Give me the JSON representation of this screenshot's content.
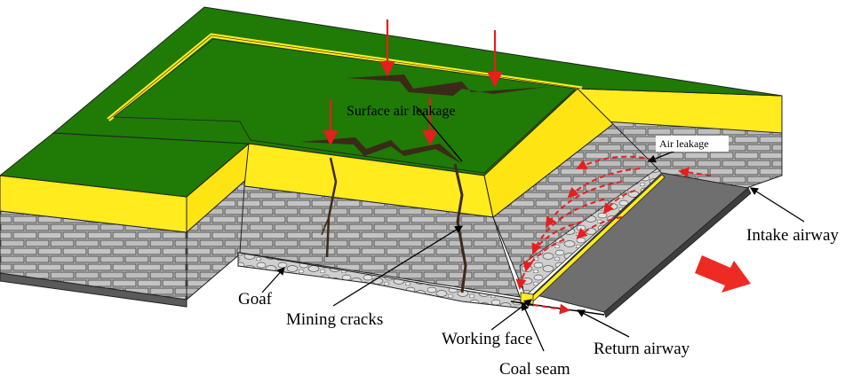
{
  "labels": {
    "surface_air_leakage": "Surface air leakage",
    "air_leakage": "Air leakage",
    "intake_airway": "Intake airway",
    "goaf": "Goaf",
    "mining_cracks": "Mining cracks",
    "working_face": "Working face",
    "return_airway": "Return airway",
    "coal_seam": "Coal seam"
  },
  "colors": {
    "surface": "#1f7a06",
    "soil": "#ffeb1e",
    "brick_face": "#c8c8c8",
    "brick_line": "#3a3a3a",
    "coal": "#6f6f6f",
    "airflow_arrow": "#e61e1e"
  }
}
